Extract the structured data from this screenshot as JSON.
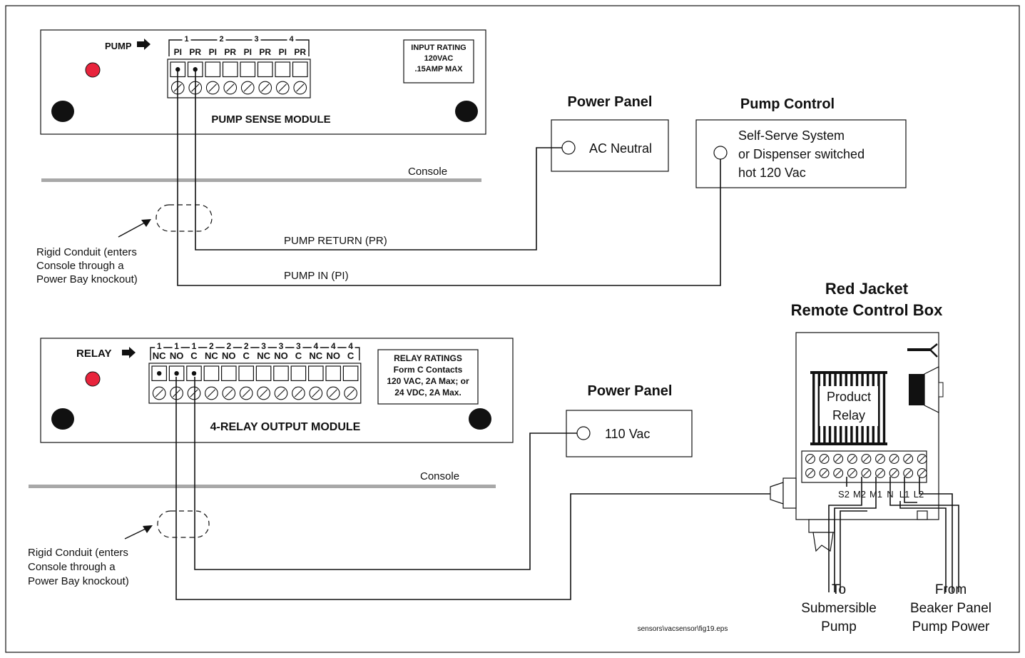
{
  "pump_module": {
    "arrow_label": "PUMP",
    "group_numbers": [
      "1",
      "2",
      "3",
      "4"
    ],
    "terminal_labels": [
      "PI",
      "PR",
      "PI",
      "PR",
      "PI",
      "PR",
      "PI",
      "PR"
    ],
    "rating_lines": [
      "INPUT RATING",
      "120VAC",
      ".15AMP MAX"
    ],
    "title": "PUMP SENSE MODULE"
  },
  "relay_module": {
    "arrow_label": "RELAY",
    "group_numbers": [
      "1",
      "1",
      "1",
      "2",
      "2",
      "2",
      "3",
      "3",
      "3",
      "4",
      "4",
      "4"
    ],
    "terminal_labels": [
      "NC",
      "NO",
      "C",
      "NC",
      "NO",
      "C",
      "NC",
      "NO",
      "C",
      "NC",
      "NO",
      "C"
    ],
    "rating_lines": [
      "RELAY RATINGS",
      "Form C Contacts",
      "120 VAC, 2A Max; or",
      "24 VDC, 2A Max."
    ],
    "title": "4-RELAY OUTPUT MODULE"
  },
  "top": {
    "console_label": "Console",
    "power_panel_title": "Power Panel",
    "power_panel_terminal": "AC Neutral",
    "pump_control_title": "Pump Control",
    "pump_control_lines": [
      "Self-Serve System",
      "or Dispenser switched",
      "hot 120 Vac"
    ],
    "wire_pr_label": "PUMP RETURN (PR)",
    "wire_pi_label": "PUMP IN (PI)",
    "conduit_note": [
      "Rigid Conduit (enters",
      "Console through a",
      "Power Bay knockout)"
    ]
  },
  "bottom": {
    "console_label": "Console",
    "power_panel_title": "Power Panel",
    "power_panel_terminal": "110 Vac",
    "conduit_note": [
      "Rigid Conduit (enters",
      "Console through a",
      "Power Bay knockout)"
    ]
  },
  "red_jacket": {
    "title_lines": [
      "Red Jacket",
      "Remote Control Box"
    ],
    "relay_label": [
      "Product",
      "Relay"
    ],
    "terminal_labels": [
      "S2",
      "M2",
      "M1",
      "N",
      "L1",
      "L2"
    ],
    "to_label": [
      "To",
      "Submersible",
      "Pump"
    ],
    "from_label": [
      "From",
      "Beaker Panel",
      "Pump Power"
    ]
  },
  "file_ref": "sensors\\vacsensor\\fig19.eps",
  "colors": {
    "indicator_led": "#e8243c",
    "console_bar": "#a8a8a8"
  }
}
